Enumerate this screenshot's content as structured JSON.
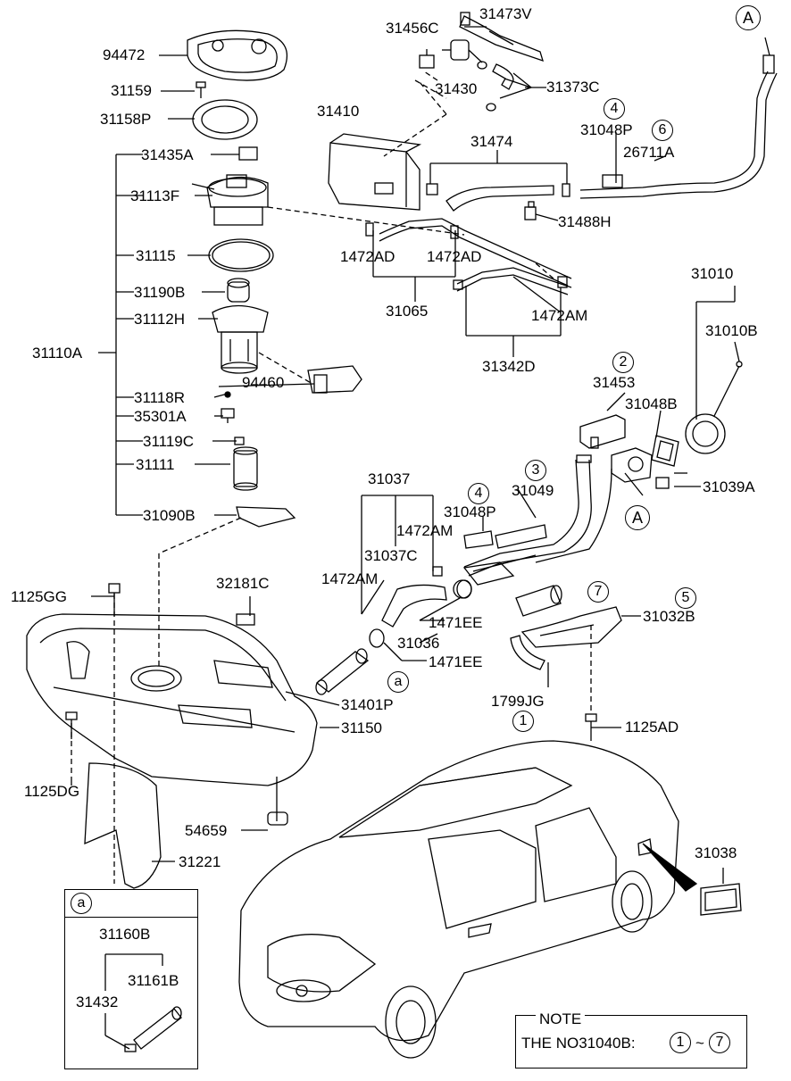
{
  "labels": {
    "l94472": "94472",
    "l31159": "31159",
    "l31158P": "31158P",
    "l31435A": "31435A",
    "l31113F": "31113F",
    "l31115": "31115",
    "l31190B": "31190B",
    "l31112H": "31112H",
    "l31110A": "31110A",
    "l94460": "94460",
    "l31118R": "31118R",
    "l35301A": "35301A",
    "l31119C": "31119C",
    "l31111": "31111",
    "l31090B": "31090B",
    "l31456C": "31456C",
    "l31473V": "31473V",
    "l31430": "31430",
    "l31373C": "31373C",
    "l31410": "31410",
    "l31474": "31474",
    "l31048P_top": "31048P",
    "l26711A": "26711A",
    "l31488H": "31488H",
    "l1472AD_a": "1472AD",
    "l1472AD_b": "1472AD",
    "l31065": "31065",
    "l1472AM_top": "1472AM",
    "l31342D": "31342D",
    "l31010": "31010",
    "l31010B": "31010B",
    "l31453": "31453",
    "l31048B": "31048B",
    "l31039A": "31039A",
    "l31037": "31037",
    "l31049": "31049",
    "l31048P_mid": "31048P",
    "l1472AM_a": "1472AM",
    "l31037C": "31037C",
    "l1472AM_b": "1472AM",
    "l32181C": "32181C",
    "l1125GG": "1125GG",
    "l1471EE_a": "1471EE",
    "l31036": "31036",
    "l1471EE_b": "1471EE",
    "l31032B": "31032B",
    "l31401P": "31401P",
    "l1799JG": "1799JG",
    "l31150": "31150",
    "l1125AD": "1125AD",
    "l1125DG": "1125DG",
    "l54659": "54659",
    "l31221": "31221",
    "l31038": "31038",
    "l31160B": "31160B",
    "l31161B": "31161B",
    "l31432": "31432"
  },
  "markers": {
    "A_top": "A",
    "A_mid": "A",
    "a_inset": "a",
    "a_main": "a",
    "n1": "1",
    "n2": "2",
    "n3": "3",
    "n4_top": "4",
    "n4_mid": "4",
    "n5": "5",
    "n6": "6",
    "n7": "7",
    "note_n1": "1",
    "note_n7": "7"
  },
  "note": {
    "title": "NOTE",
    "text": "THE NO31040B:",
    "tilde": "~"
  }
}
